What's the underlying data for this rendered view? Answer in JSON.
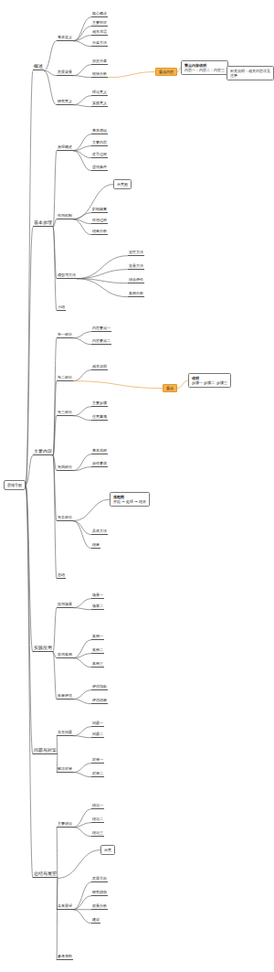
{
  "diagram": {
    "nodes": [
      {
        "text": [
          "思维导图"
        ]
      },
      {
        "text": [
          "概述"
        ]
      },
      {
        "text": [
          "基本定义"
        ]
      },
      {
        "text": [
          "核心概念"
        ]
      },
      {
        "text": [
          "主要特征"
        ]
      },
      {
        "text": [
          "相关术语"
        ]
      },
      {
        "text": [
          "分类方法"
        ]
      },
      {
        "text": [
          "发展背景"
        ]
      },
      {
        "text": [
          "历史沿革"
        ]
      },
      {
        "text": [
          "现状分析"
        ]
      },
      {
        "text": [
          "重点内容"
        ]
      },
      {
        "text": [
          "重点内容说明",
          "内容一；内容二；内容三"
        ]
      },
      {
        "text": [
          "补充说明：相关内容详见注释"
        ]
      },
      {
        "text": [
          "研究意义"
        ]
      },
      {
        "text": [
          "理论意义"
        ]
      },
      {
        "text": [
          "实践意义"
        ]
      },
      {
        "text": [
          "基本原理"
        ]
      },
      {
        "text": [
          "原理概述"
        ]
      },
      {
        "text": [
          "基本假设"
        ]
      },
      {
        "text": [
          "主要内容"
        ]
      },
      {
        "text": [
          "推导过程"
        ]
      },
      {
        "text": [
          "适用条件"
        ]
      },
      {
        "text": [
          "作用机制"
        ]
      },
      {
        "text": [
          "示意图"
        ]
      },
      {
        "text": [
          "影响因素"
        ]
      },
      {
        "text": [
          "作用过程"
        ]
      },
      {
        "text": [
          "结果分析"
        ]
      },
      {
        "text": [
          "模型与方法"
        ]
      },
      {
        "text": [
          "定性方法"
        ]
      },
      {
        "text": [
          "定量方法"
        ]
      },
      {
        "text": [
          "综合评价"
        ]
      },
      {
        "text": [
          "案例分析"
        ]
      },
      {
        "text": [
          "小结"
        ]
      },
      {
        "text": [
          "主要内容"
        ]
      },
      {
        "text": [
          "第一部分"
        ]
      },
      {
        "text": [
          "内容要点一"
        ]
      },
      {
        "text": [
          "内容要点二"
        ]
      },
      {
        "text": [
          "第二部分"
        ]
      },
      {
        "text": [
          "相关说明"
        ]
      },
      {
        "text": [
          "重点"
        ]
      },
      {
        "text": [
          "说明",
          "步骤一 步骤二 步骤三"
        ]
      },
      {
        "text": [
          "第三部分"
        ]
      },
      {
        "text": [
          "主要步骤"
        ]
      },
      {
        "text": [
          "注意事项"
        ]
      },
      {
        "text": [
          "第四部分"
        ]
      },
      {
        "text": [
          "基本流程"
        ]
      },
      {
        "text": [
          "操作要求"
        ]
      },
      {
        "text": [
          "第五部分"
        ]
      },
      {
        "text": [
          "流程图",
          "开始 → 处理 → 结束"
        ]
      },
      {
        "text": [
          "具体方法"
        ]
      },
      {
        "text": [
          "结果"
        ]
      },
      {
        "text": [
          "总结"
        ]
      },
      {
        "text": [
          "实践应用"
        ]
      },
      {
        "text": [
          "应用场景"
        ]
      },
      {
        "text": [
          "场景一"
        ]
      },
      {
        "text": [
          "场景二"
        ]
      },
      {
        "text": [
          "应用案例"
        ]
      },
      {
        "text": [
          "案例一"
        ]
      },
      {
        "text": [
          "案例二"
        ]
      },
      {
        "text": [
          "案例三"
        ]
      },
      {
        "text": [
          "效果评估"
        ]
      },
      {
        "text": [
          "评估指标"
        ]
      },
      {
        "text": [
          "评估结果"
        ]
      },
      {
        "text": [
          "问题与对策"
        ]
      },
      {
        "text": [
          "存在问题"
        ]
      },
      {
        "text": [
          "问题一"
        ]
      },
      {
        "text": [
          "问题二"
        ]
      },
      {
        "text": [
          "解决对策"
        ]
      },
      {
        "text": [
          "对策一"
        ]
      },
      {
        "text": [
          "对策二"
        ]
      },
      {
        "text": [
          "总结与展望"
        ]
      },
      {
        "text": [
          "主要结论"
        ]
      },
      {
        "text": [
          "结论一"
        ]
      },
      {
        "text": [
          "结论二"
        ]
      },
      {
        "text": [
          "结论三"
        ]
      },
      {
        "text": [
          "示意"
        ]
      },
      {
        "text": [
          "未来展望"
        ]
      },
      {
        "text": [
          "发展方向"
        ]
      },
      {
        "text": [
          "研究趋势"
        ]
      },
      {
        "text": [
          "前景分析"
        ]
      },
      {
        "text": [
          "建议"
        ]
      },
      {
        "text": [
          "参考资料"
        ]
      }
    ],
    "edges": [
      {
        "from": 0,
        "to": 1,
        "arrow": "none"
      },
      {
        "from": 0,
        "to": 16,
        "arrow": "none"
      },
      {
        "from": 0,
        "to": 33,
        "arrow": "none"
      },
      {
        "from": 0,
        "to": 52,
        "arrow": "none"
      },
      {
        "from": 0,
        "to": 63,
        "arrow": "none"
      },
      {
        "from": 0,
        "to": 70,
        "arrow": "none"
      },
      {
        "from": 1,
        "to": 2,
        "arrow": "none"
      },
      {
        "from": 2,
        "to": 3,
        "arrow": "none"
      },
      {
        "from": 2,
        "to": 4,
        "arrow": "none"
      },
      {
        "from": 2,
        "to": 5,
        "arrow": "none"
      },
      {
        "from": 2,
        "to": 6,
        "arrow": "none"
      },
      {
        "from": 1,
        "to": 7,
        "arrow": "none"
      },
      {
        "from": 7,
        "to": 8,
        "arrow": "none"
      },
      {
        "from": 7,
        "to": 9,
        "arrow": "none"
      },
      {
        "from": 9,
        "to": 10,
        "arrow": "none"
      },
      {
        "from": 10,
        "to": 11,
        "arrow": "none"
      },
      {
        "from": 11,
        "to": 12,
        "arrow": "none"
      },
      {
        "from": 1,
        "to": 13,
        "arrow": "none"
      },
      {
        "from": 13,
        "to": 14,
        "arrow": "none"
      },
      {
        "from": 13,
        "to": 15,
        "arrow": "none"
      },
      {
        "from": 16,
        "to": 17,
        "arrow": "none"
      },
      {
        "from": 17,
        "to": 18,
        "arrow": "none"
      },
      {
        "from": 17,
        "to": 19,
        "arrow": "none"
      },
      {
        "from": 17,
        "to": 20,
        "arrow": "none"
      },
      {
        "from": 17,
        "to": 21,
        "arrow": "none"
      },
      {
        "from": 16,
        "to": 22,
        "arrow": "none"
      },
      {
        "from": 22,
        "to": 23,
        "arrow": "none"
      },
      {
        "from": 22,
        "to": 24,
        "arrow": "none"
      },
      {
        "from": 22,
        "to": 25,
        "arrow": "none"
      },
      {
        "from": 22,
        "to": 26,
        "arrow": "none"
      },
      {
        "from": 16,
        "to": 27,
        "arrow": "none"
      },
      {
        "from": 27,
        "to": 28,
        "arrow": "none"
      },
      {
        "from": 27,
        "to": 29,
        "arrow": "none"
      },
      {
        "from": 27,
        "to": 30,
        "arrow": "none"
      },
      {
        "from": 27,
        "to": 31,
        "arrow": "none"
      },
      {
        "from": 16,
        "to": 32,
        "arrow": "none"
      },
      {
        "from": 33,
        "to": 34,
        "arrow": "none"
      },
      {
        "from": 34,
        "to": 35,
        "arrow": "none"
      },
      {
        "from": 34,
        "to": 36,
        "arrow": "none"
      },
      {
        "from": 33,
        "to": 37,
        "arrow": "none"
      },
      {
        "from": 37,
        "to": 38,
        "arrow": "none"
      },
      {
        "from": 37,
        "to": 39,
        "arrow": "none"
      },
      {
        "from": 39,
        "to": 40,
        "arrow": "none"
      },
      {
        "from": 33,
        "to": 41,
        "arrow": "none"
      },
      {
        "from": 41,
        "to": 42,
        "arrow": "none"
      },
      {
        "from": 41,
        "to": 43,
        "arrow": "none"
      },
      {
        "from": 33,
        "to": 44,
        "arrow": "none"
      },
      {
        "from": 44,
        "to": 45,
        "arrow": "none"
      },
      {
        "from": 44,
        "to": 46,
        "arrow": "none"
      },
      {
        "from": 33,
        "to": 47,
        "arrow": "none"
      },
      {
        "from": 47,
        "to": 48,
        "arrow": "none"
      },
      {
        "from": 47,
        "to": 49,
        "arrow": "none"
      },
      {
        "from": 47,
        "to": 50,
        "arrow": "none"
      },
      {
        "from": 33,
        "to": 51,
        "arrow": "none"
      },
      {
        "from": 52,
        "to": 53,
        "arrow": "none"
      },
      {
        "from": 53,
        "to": 54,
        "arrow": "none"
      },
      {
        "from": 53,
        "to": 55,
        "arrow": "none"
      },
      {
        "from": 52,
        "to": 56,
        "arrow": "none"
      },
      {
        "from": 56,
        "to": 57,
        "arrow": "none"
      },
      {
        "from": 56,
        "to": 58,
        "arrow": "none"
      },
      {
        "from": 56,
        "to": 59,
        "arrow": "none"
      },
      {
        "from": 52,
        "to": 60,
        "arrow": "none"
      },
      {
        "from": 60,
        "to": 61,
        "arrow": "none"
      },
      {
        "from": 60,
        "to": 62,
        "arrow": "none"
      },
      {
        "from": 63,
        "to": 64,
        "arrow": "none"
      },
      {
        "from": 64,
        "to": 65,
        "arrow": "none"
      },
      {
        "from": 64,
        "to": 66,
        "arrow": "none"
      },
      {
        "from": 63,
        "to": 67,
        "arrow": "none"
      },
      {
        "from": 67,
        "to": 68,
        "arrow": "none"
      },
      {
        "from": 67,
        "to": 69,
        "arrow": "none"
      },
      {
        "from": 70,
        "to": 71,
        "arrow": "none"
      },
      {
        "from": 71,
        "to": 72,
        "arrow": "none"
      },
      {
        "from": 71,
        "to": 73,
        "arrow": "none"
      },
      {
        "from": 71,
        "to": 74,
        "arrow": "none"
      },
      {
        "from": 70,
        "to": 75,
        "arrow": "none"
      },
      {
        "from": 70,
        "to": 76,
        "arrow": "none"
      },
      {
        "from": 76,
        "to": 77,
        "arrow": "none"
      },
      {
        "from": 76,
        "to": 78,
        "arrow": "none"
      },
      {
        "from": 76,
        "to": 79,
        "arrow": "none"
      },
      {
        "from": 76,
        "to": 80,
        "arrow": "none"
      },
      {
        "from": 70,
        "to": 81,
        "arrow": "none"
      }
    ]
  }
}
